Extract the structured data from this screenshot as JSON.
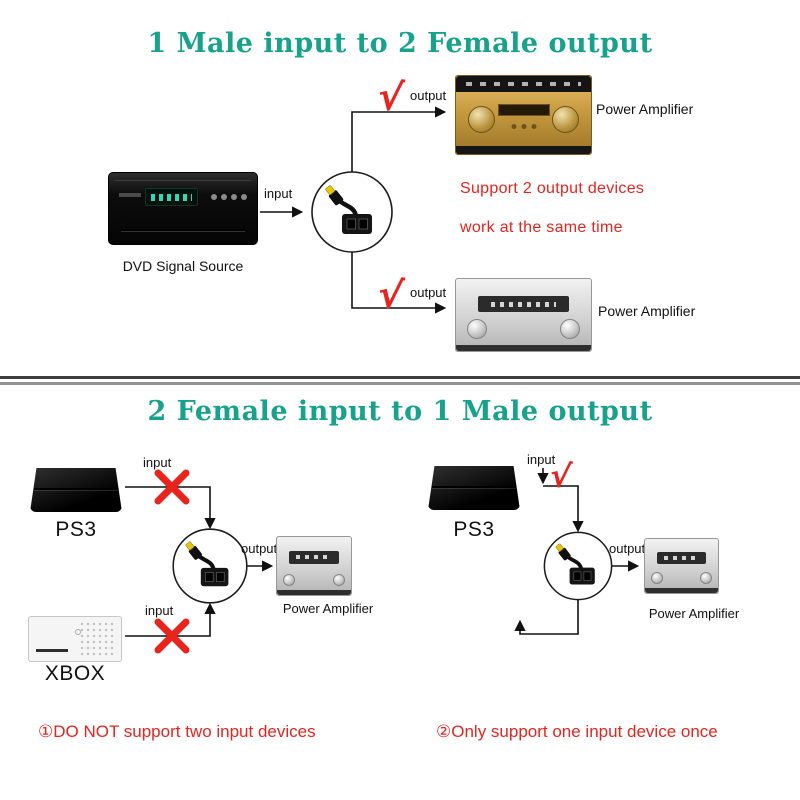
{
  "colors": {
    "accent_teal": "#17a28c",
    "accent_red": "#e8241f"
  },
  "glyphs": {
    "check": "√",
    "cross": "✖"
  },
  "top_section": {
    "title": "1 Male input to 2 Female output",
    "input_label": "input",
    "output_top_label": "output",
    "output_bottom_label": "output",
    "dvd_label": "DVD Signal Source",
    "amp_top_label": "Power Amplifier",
    "amp_bottom_label": "Power Amplifier",
    "note_line1": "Support 2 output devices",
    "note_line2": "work at the same time"
  },
  "bottom_section": {
    "title": "2 Female input to 1 Male output",
    "left_diagram": {
      "ps3_label": "PS3",
      "xbox_label": "XBOX",
      "input_top_label": "input",
      "input_bottom_label": "input",
      "output_label": "output",
      "amp_label": "Power Amplifier",
      "caption": "①DO NOT support two input devices"
    },
    "right_diagram": {
      "ps3_label": "PS3",
      "input_label": "input",
      "output_label": "output",
      "amp_label": "Power Amplifier",
      "caption": "②Only support one input device once"
    }
  }
}
